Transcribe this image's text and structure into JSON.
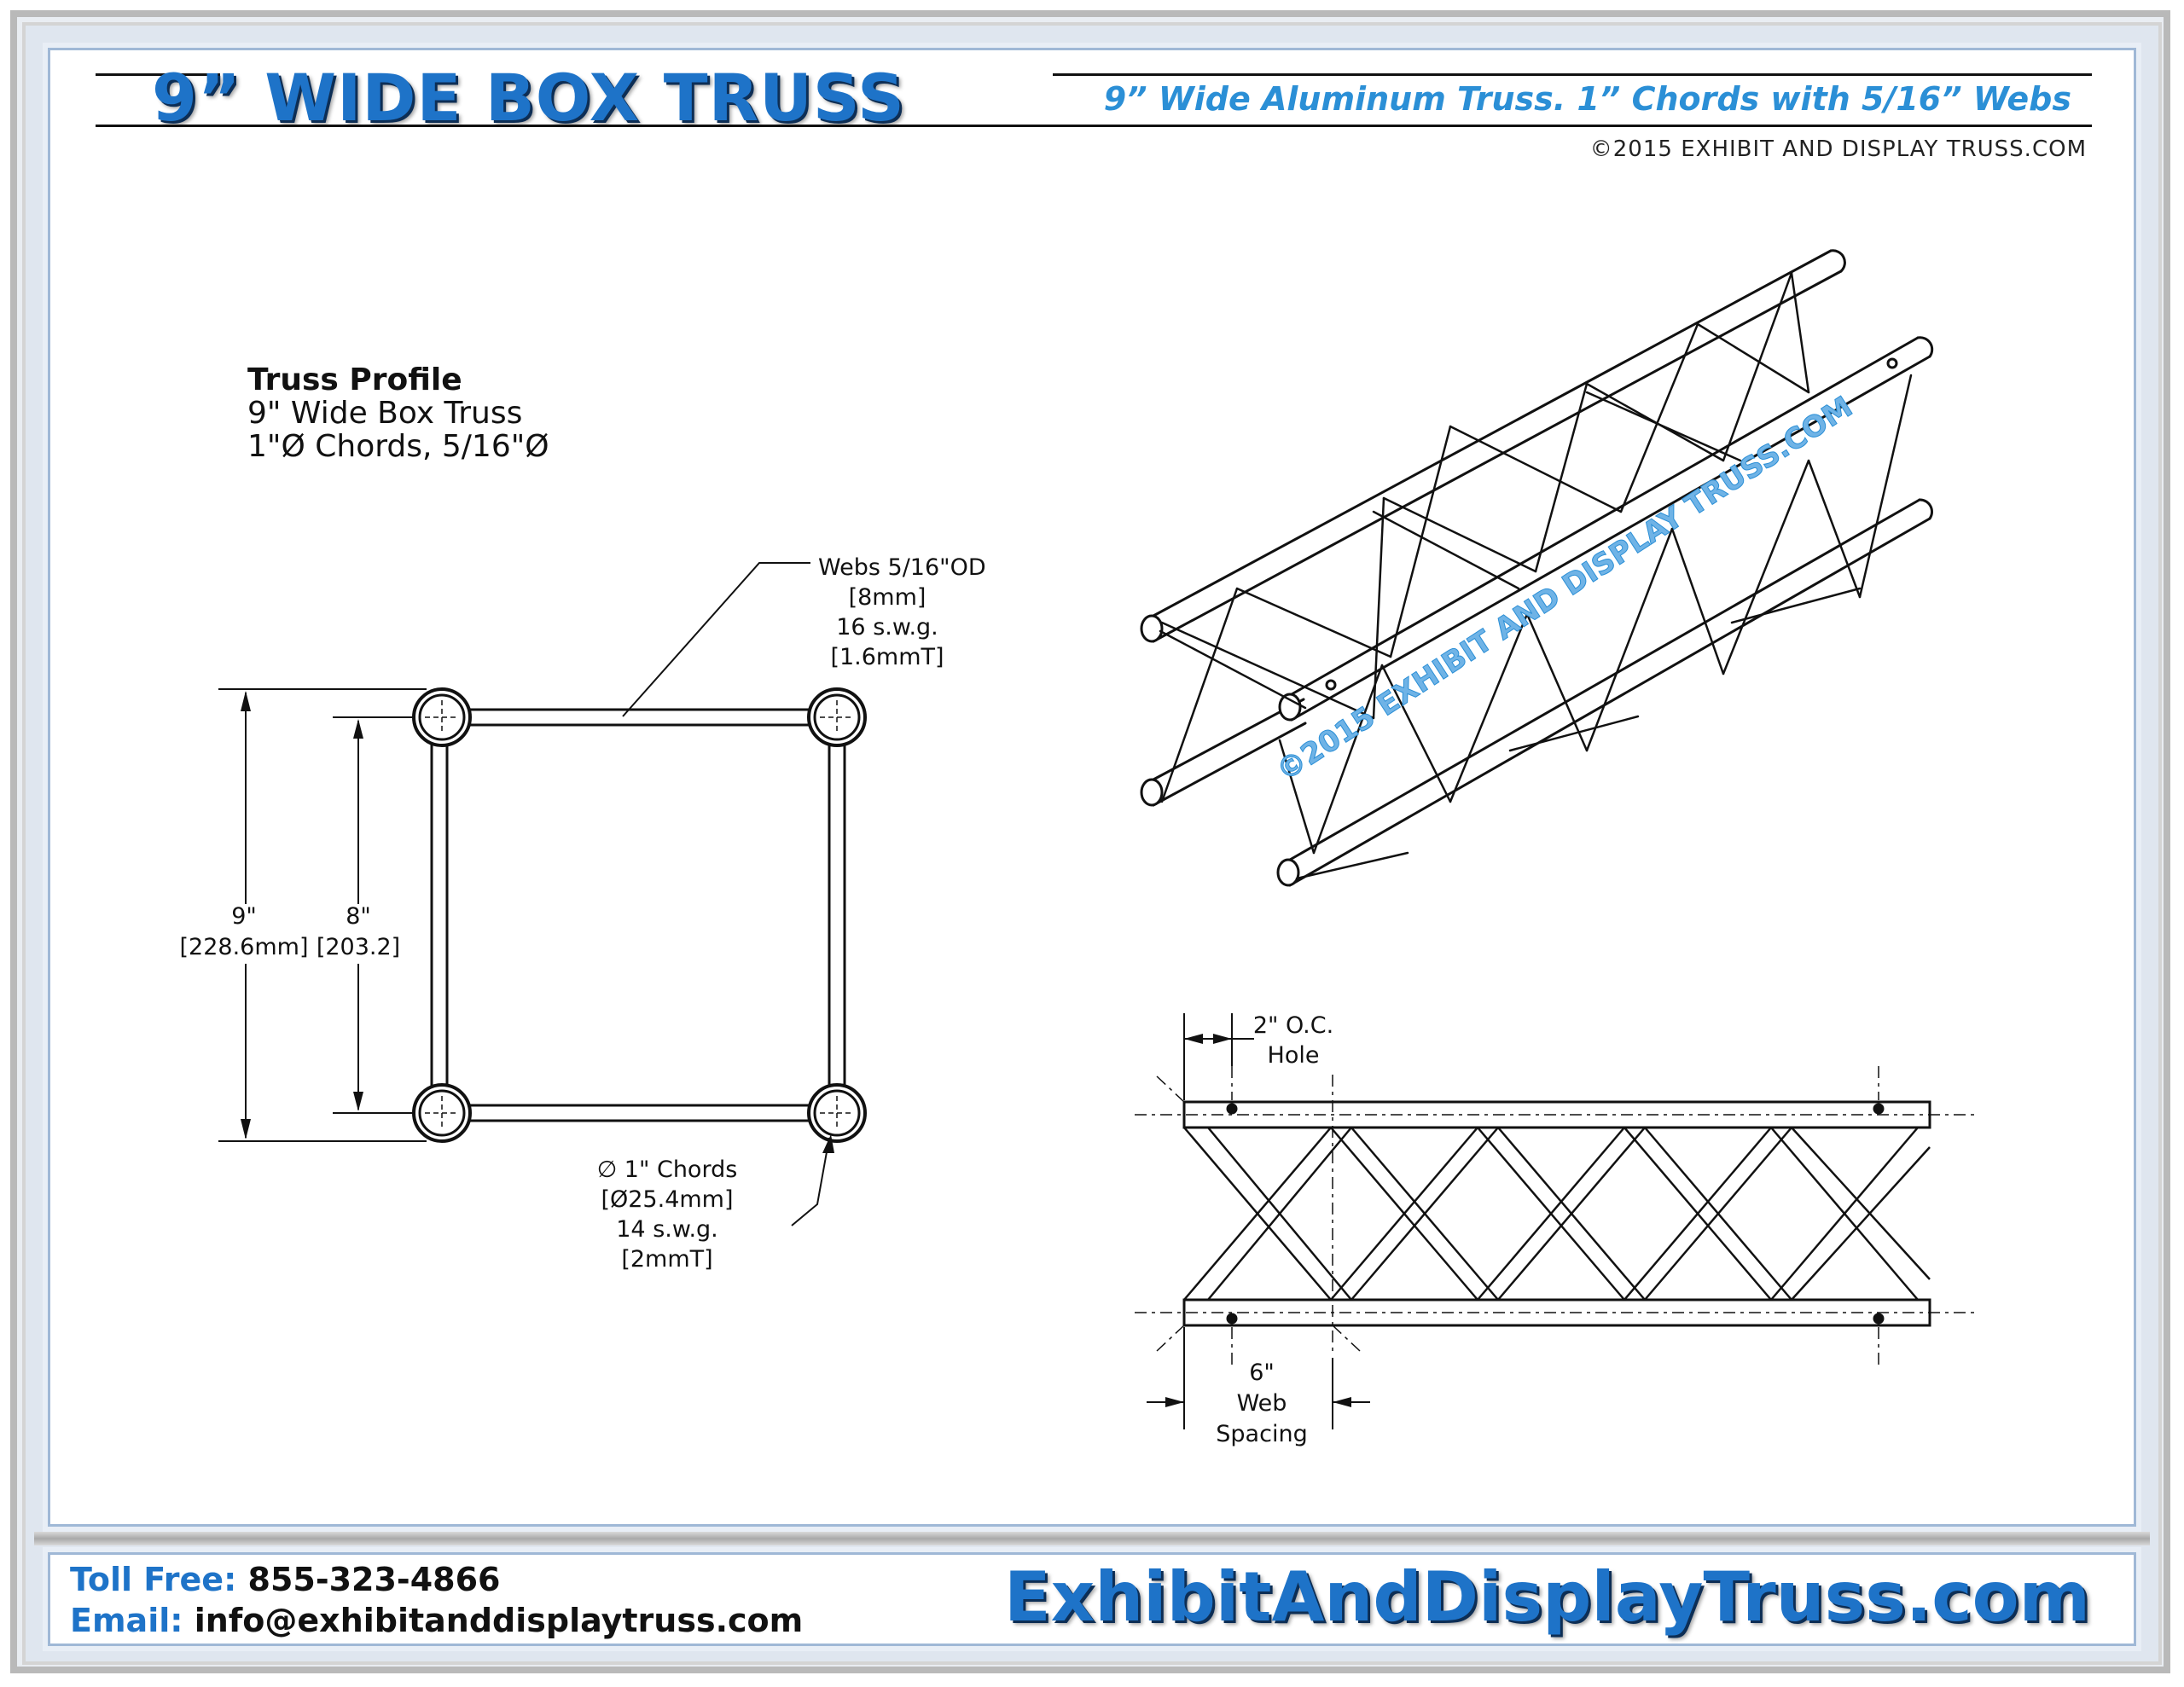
{
  "header": {
    "title": "9” WIDE BOX TRUSS",
    "subtitle": "9” Wide Aluminum Truss. 1” Chords with 5/16” Webs",
    "copyright": "©2015 EXHIBIT AND DISPLAY TRUSS.COM"
  },
  "profile": {
    "heading": "Truss Profile",
    "line1": "9\" Wide Box Truss",
    "line2": "1\"Ø Chords, 5/16\"Ø"
  },
  "callouts": {
    "webs": [
      "Webs 5/16\"OD",
      "[8mm]",
      "16 s.w.g.",
      "[1.6mmT]"
    ],
    "chords": [
      "∅ 1\" Chords",
      "[Ø25.4mm]",
      "14 s.w.g.",
      "[2mmT]"
    ],
    "outer_dim": [
      "9\"",
      "[228.6mm]"
    ],
    "inner_dim": [
      "8\"",
      "[203.2]"
    ],
    "hole": [
      "2\" O.C.",
      "Hole"
    ],
    "web_spacing": [
      "6\"",
      "Web",
      "Spacing"
    ]
  },
  "watermark": "©2015 EXHIBIT AND DISPLAY TRUSS.COM",
  "footer": {
    "toll_free_label": "Toll Free:",
    "toll_free_value": "855-323-4866",
    "email_label": "Email:",
    "email_value": "info@exhibitanddisplaytruss.com",
    "brand": "ExhibitAndDisplayTruss.com"
  }
}
